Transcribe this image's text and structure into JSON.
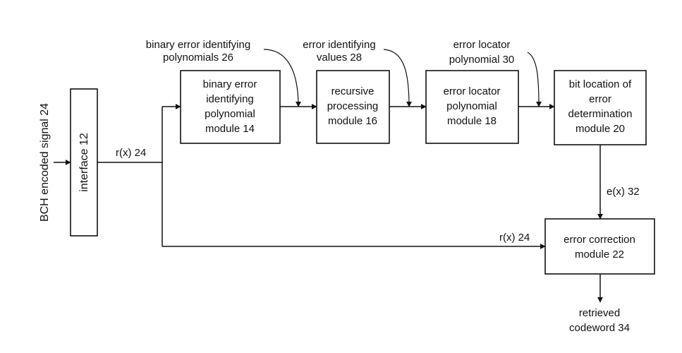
{
  "input_signal": "BCH encoded signal 24",
  "blocks": {
    "interface": "interface 12",
    "binary_module": [
      "binary error",
      "identifying",
      "polynomial",
      "module 14"
    ],
    "recursive_module": [
      "recursive",
      "processing",
      "module 16"
    ],
    "locator_module": [
      "error locator",
      "polynomial",
      "module 18"
    ],
    "bit_location_module": [
      "bit location of",
      "error",
      "determination",
      "module 20"
    ],
    "correction_module": [
      "error correction",
      "module 22"
    ]
  },
  "annotations": {
    "binary_polys": [
      "binary error identifying",
      "polynomials 26"
    ],
    "identifying_values": [
      "error identifying",
      "values 28"
    ],
    "locator_poly": [
      "error locator",
      "polynomial 30"
    ]
  },
  "signals": {
    "rx_top": "r(x) 24",
    "rx_bottom": "r(x) 24",
    "ex": "e(x) 32"
  },
  "output": [
    "retrieved",
    "codeword 34"
  ]
}
